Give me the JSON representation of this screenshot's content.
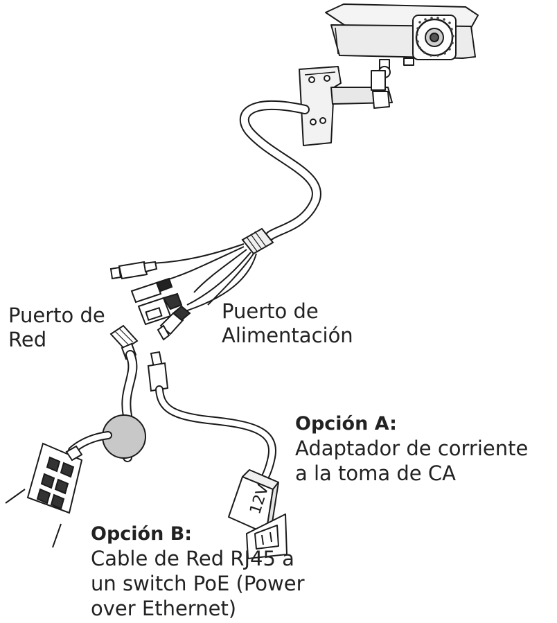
{
  "labels": {
    "network_port": [
      "Puerto de",
      "Red"
    ],
    "power_port": [
      "Puerto de",
      "Alimentación"
    ]
  },
  "option_a": {
    "title": "Opción A:",
    "description": [
      "Adaptador de corriente",
      "a la toma de CA"
    ]
  },
  "option_b": {
    "title": "Opción B:",
    "description": [
      "Cable de Red RJ45 a",
      "un switch PoE (Power",
      "over Ethernet)"
    ]
  },
  "adapter_voltage": "12V",
  "colors": {
    "line": "#1a1a1a",
    "cable_fill": "#ffffff",
    "grommet_fill": "#c8c8c8",
    "text": "#222222"
  }
}
